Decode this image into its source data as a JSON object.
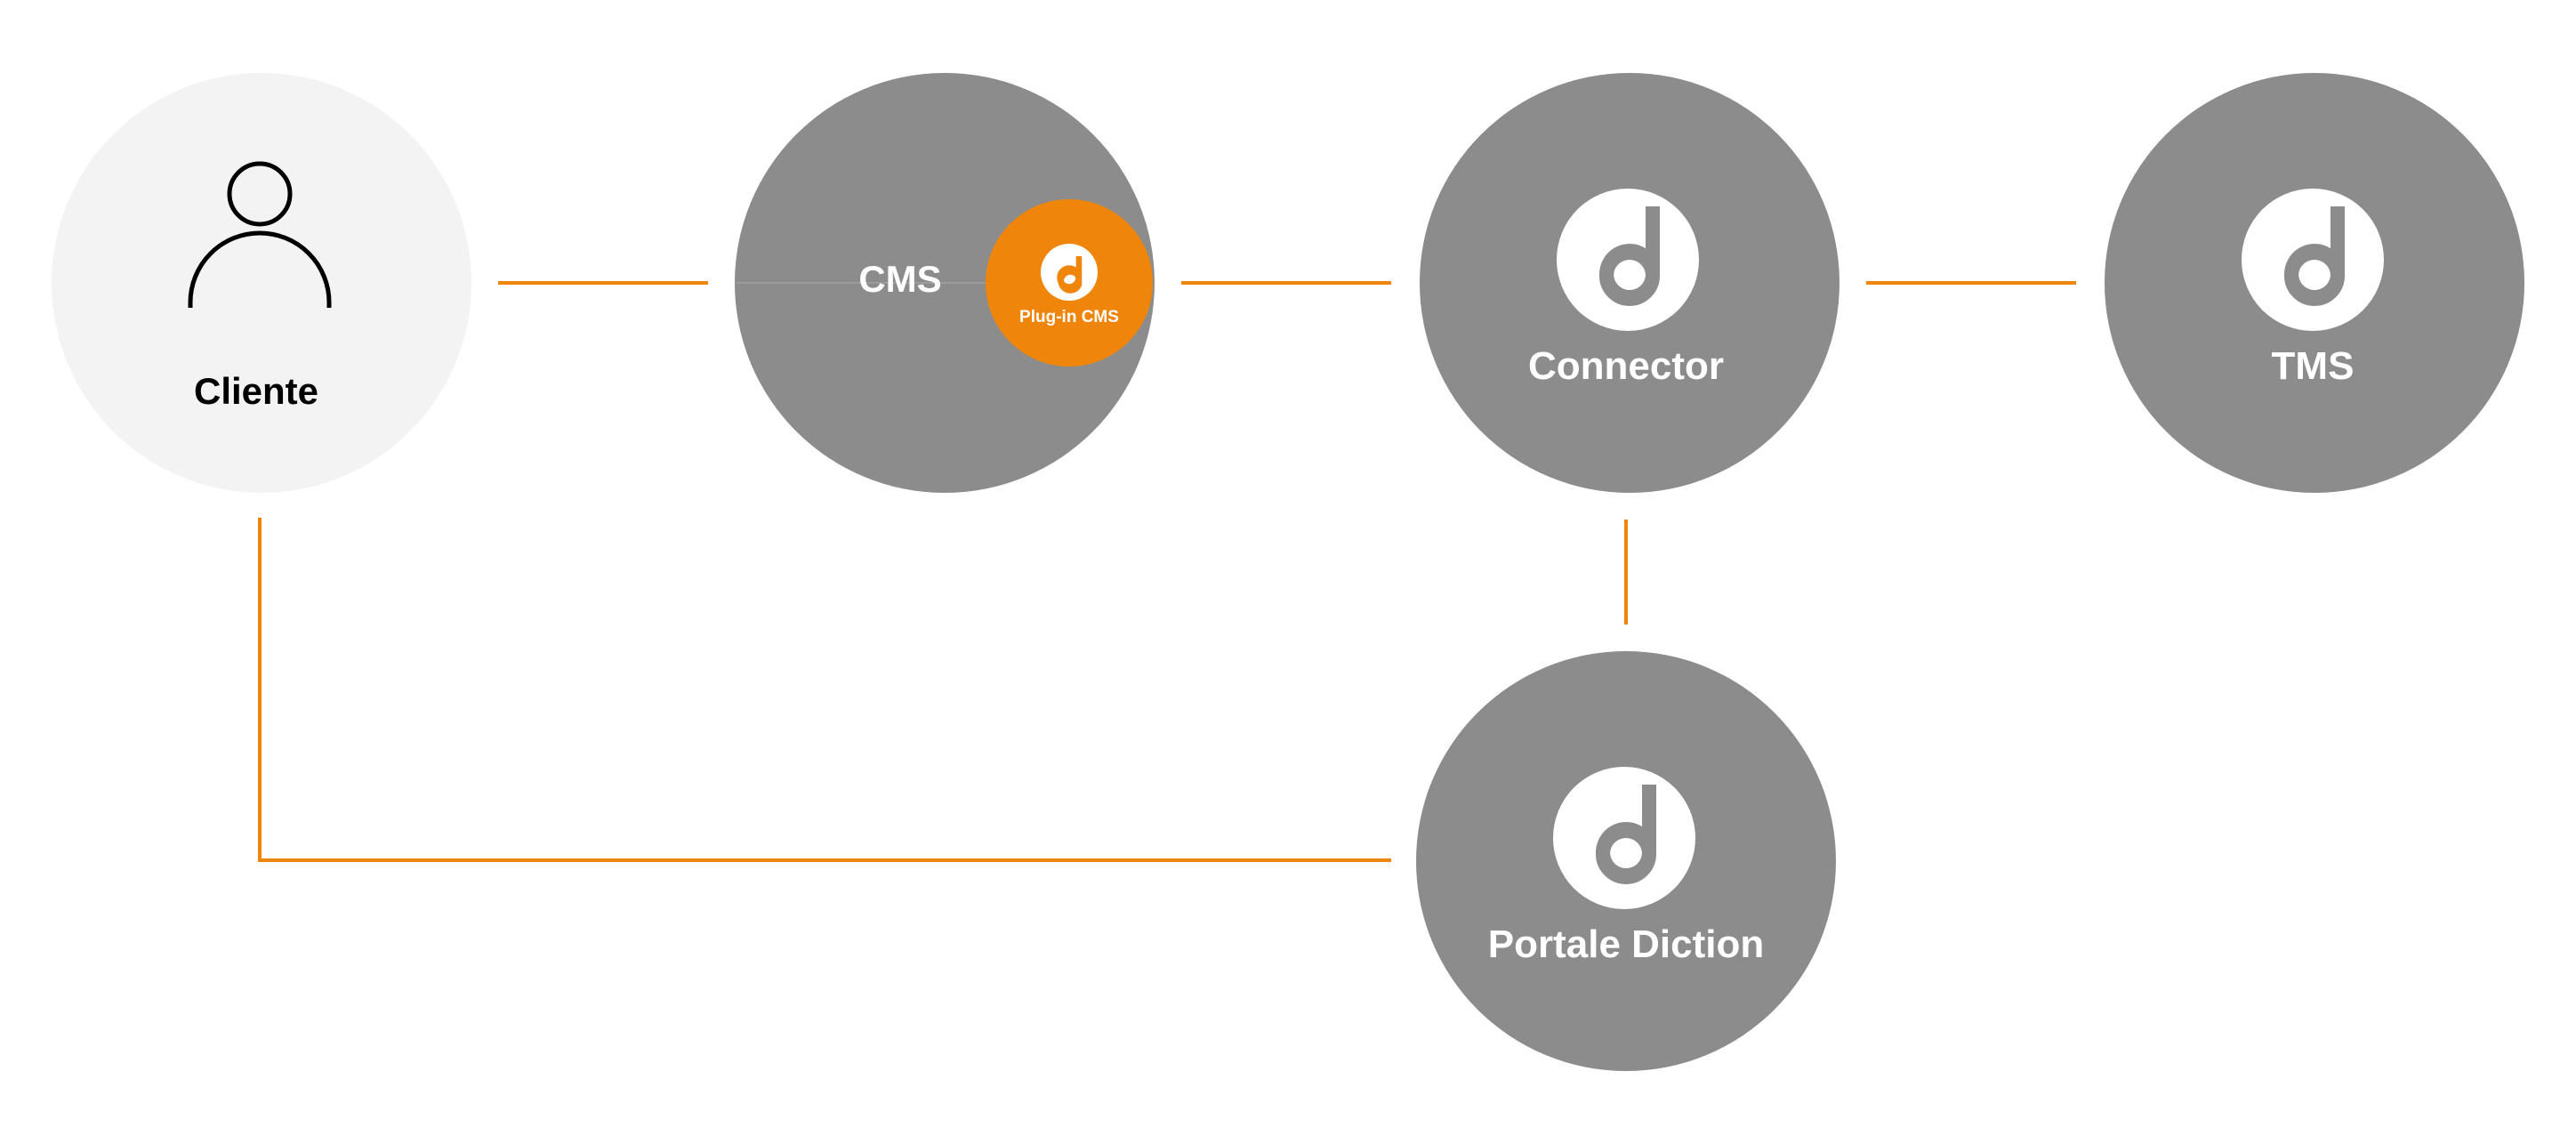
{
  "diagram": {
    "colors": {
      "connector": "#F0850C",
      "node_fill": "#8C8C8C",
      "client_fill": "#F3F3F3",
      "plugin_fill": "#F0850C",
      "label_light": "#FFFFFF",
      "label_dark": "#000000"
    },
    "nodes": {
      "cliente": {
        "label": "Cliente",
        "icon": "user-icon"
      },
      "cms": {
        "label": "CMS"
      },
      "plugin": {
        "label": "Plug-in CMS",
        "icon": "diction-logo-icon"
      },
      "connector": {
        "label": "Connector",
        "icon": "diction-logo-icon"
      },
      "tms": {
        "label": "TMS",
        "icon": "diction-logo-icon"
      },
      "portale": {
        "label": "Portale Diction",
        "icon": "diction-logo-icon"
      }
    },
    "edges": [
      {
        "from": "cliente",
        "to": "cms"
      },
      {
        "from": "cms",
        "to": "connector"
      },
      {
        "from": "connector",
        "to": "tms"
      },
      {
        "from": "connector",
        "to": "portale"
      },
      {
        "from": "cliente",
        "to": "portale"
      }
    ]
  }
}
